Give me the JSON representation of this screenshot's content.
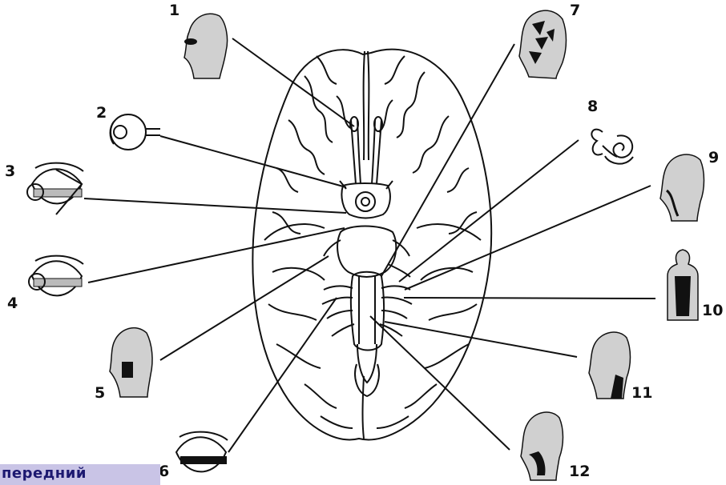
{
  "figure": {
    "labels": [
      "1",
      "2",
      "3",
      "4",
      "5",
      "6",
      "7",
      "8",
      "9",
      "10",
      "11",
      "12"
    ],
    "corner_text": "передний"
  },
  "colors": {
    "ink": "#111111",
    "head_fill": "#d0d0d0",
    "label_bg": "#c9c4e6",
    "label_text": "#1c1870"
  }
}
